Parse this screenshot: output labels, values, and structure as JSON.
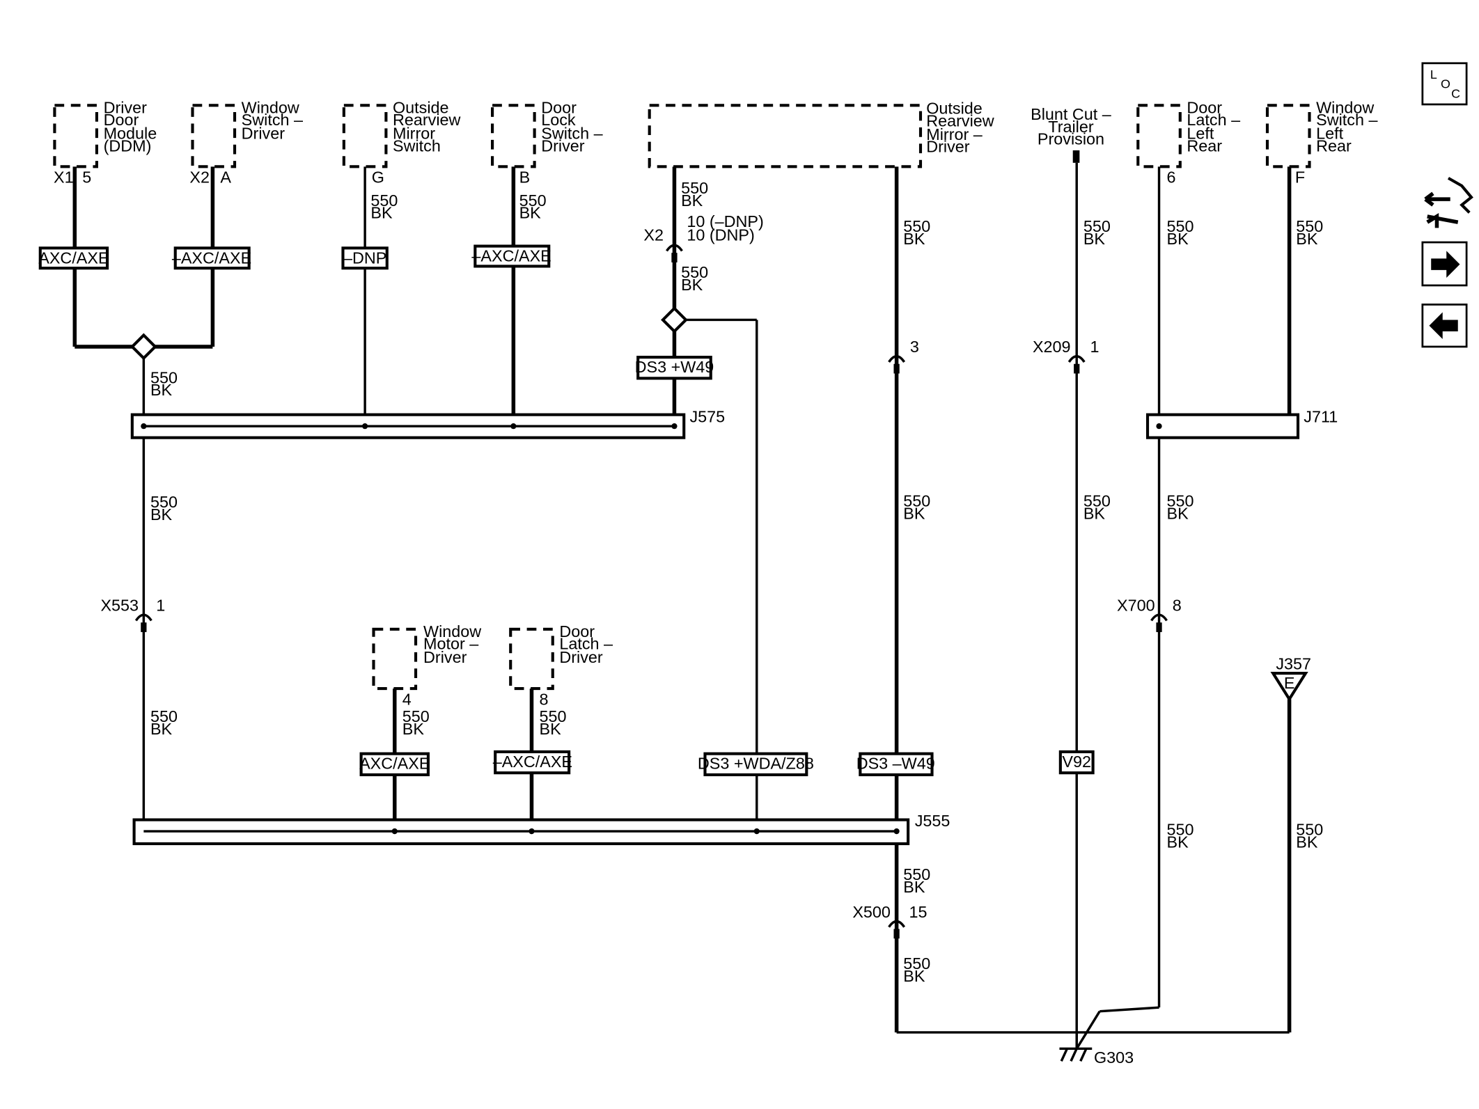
{
  "components": {
    "ddm": [
      "Driver",
      "Door",
      "Module",
      "(DDM)"
    ],
    "window_switch_driver": [
      "Window",
      "Switch –",
      "Driver"
    ],
    "mirror_switch": [
      "Outside",
      "Rearview",
      "Mirror",
      "Switch"
    ],
    "door_lock_switch": [
      "Door",
      "Lock",
      "Switch –",
      "Driver"
    ],
    "mirror_driver": [
      "Outside",
      "Rearview",
      "Mirror –",
      "Driver"
    ],
    "blunt_cut": [
      "Blunt Cut –",
      "Trailer",
      "Provision"
    ],
    "door_latch_lr": [
      "Door",
      "Latch –",
      "Left",
      "Rear"
    ],
    "window_switch_lr": [
      "Window",
      "Switch –",
      "Left",
      "Rear"
    ],
    "window_motor": [
      "Window",
      "Motor –",
      "Driver"
    ],
    "door_latch_driver": [
      "Door",
      "Latch –",
      "Driver"
    ]
  },
  "connectors": {
    "x1": "X1",
    "x1_pin": "5",
    "x2": "X2",
    "x2_pin": "A",
    "mirror_sw_pin": "G",
    "lock_sw_pin": "B",
    "x2_inline": "X2",
    "x2_inline_pins": [
      "10 (–DNP)",
      "10 (DNP)"
    ],
    "mirror_inline_pin": "3",
    "x209": "X209",
    "x209_pin": "1",
    "door_latch_lr_pin": "6",
    "window_sw_lr_pin": "F",
    "x553": "X553",
    "x553_pin": "1",
    "x700": "X700",
    "x700_pin": "8",
    "window_motor_pin": "4",
    "door_latch_drv_pin": "8",
    "x500": "X500",
    "x500_pin": "15",
    "j357": "J357",
    "j357_pin": "E"
  },
  "options": {
    "axc_axe_1": "AXC/AXE",
    "not_axc_axe_1": "–AXC/AXE",
    "not_dnp": "–DNP",
    "not_axc_axe_2": "–AXC/AXE",
    "ds3_w49": "DS3 +W49",
    "axc_axe_2": "AXC/AXE",
    "not_axc_axe_3": "–AXC/AXE",
    "ds3_wda_z88": "DS3 +WDA/Z88",
    "ds3_not_w49": "DS3 –W49",
    "v92": "V92"
  },
  "splices": {
    "j575": "J575",
    "j711": "J711",
    "j555": "J555"
  },
  "ground": "G303",
  "wire": {
    "gauge": "550",
    "color": "BK"
  },
  "nav": {
    "loc_label": [
      "L",
      "O",
      "C"
    ],
    "icons": [
      "wrench-arrows-icon",
      "arrow-right-icon",
      "arrow-left-icon"
    ]
  }
}
